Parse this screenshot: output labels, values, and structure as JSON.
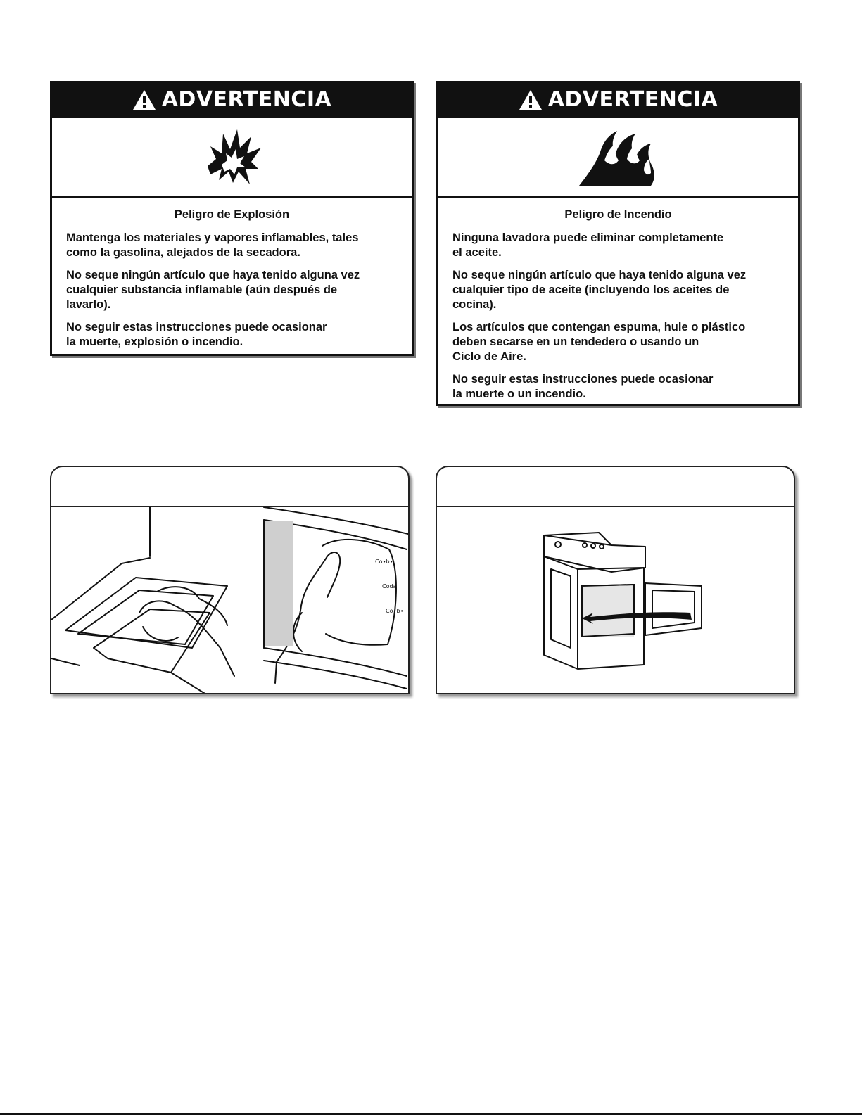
{
  "warnings": [
    {
      "heading": "ADVERTENCIA",
      "hazard_icon": "explosion-icon",
      "subtitle": "Peligro de Explosión",
      "paragraphs": [
        "Mantenga los materiales y vapores inflamables, tales\ncomo la gasolina, alejados de la secadora.",
        "No seque ningún artículo que haya tenido alguna vez\ncualquier substancia inflamable (aún después de\nlavarlo).",
        "No seguir estas instrucciones puede ocasionar\nla muerte, explosión o incendio."
      ]
    },
    {
      "heading": "ADVERTENCIA",
      "hazard_icon": "fire-icon",
      "subtitle": "Peligro de Incendio",
      "paragraphs": [
        "Ninguna lavadora puede eliminar completamente\nel aceite.",
        "No seque ningún artículo que haya tenido alguna vez\ncualquier tipo de aceite (incluyendo los aceites de\ncocina).",
        "Los artículos que contengan espuma, hule o plástico\ndeben secarse en un tendedero o usando un\nCiclo de Aire.",
        "No seguir estas instrucciones puede ocasionar\nla muerte o un incendio."
      ]
    }
  ],
  "illustrations": [
    {
      "icon": "lint-screen-cleaning-icon"
    },
    {
      "icon": "dryer-loading-icon"
    }
  ]
}
